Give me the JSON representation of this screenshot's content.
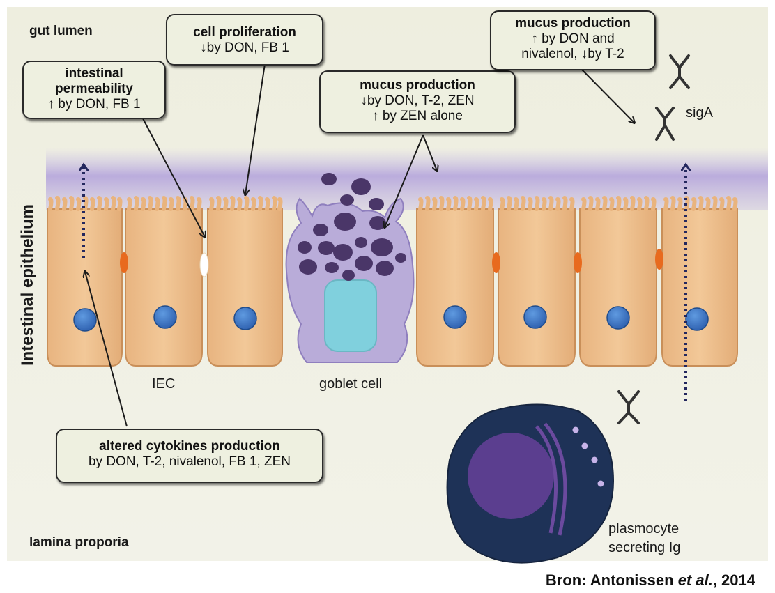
{
  "labels": {
    "gut_lumen": "gut lumen",
    "lamina_propria": "lamina proporia",
    "intestinal_epithelium": "Intestinal epithelium",
    "iec": "IEC",
    "goblet_cell": "goblet cell",
    "siga": "sigA",
    "plasmocyte_line1": "plasmocyte",
    "plasmocyte_line2": "secreting Ig"
  },
  "boxes": {
    "cell_proliferation": {
      "title": "cell proliferation",
      "line1": "↓by DON, FB 1"
    },
    "intestinal_permeability": {
      "title1": "intestinal",
      "title2": "permeability",
      "line1": "↑ by DON, FB 1"
    },
    "mucus_production_center": {
      "title": "mucus production",
      "line1": "↓by DON, T-2, ZEN",
      "line2": "↑ by ZEN alone"
    },
    "mucus_production_right": {
      "title": "mucus production",
      "line1": "↑ by DON and",
      "line2": "nivalenol, ↓by T-2"
    },
    "altered_cytokines": {
      "title": "altered cytokines production",
      "line1": "by DON, T-2, nivalenol, FB 1, ZEN"
    }
  },
  "citation": {
    "prefix": "Bron: Antonissen ",
    "italic": "et al.",
    "suffix": ", 2014"
  },
  "colors": {
    "cell_fill": "#eebf8c",
    "cell_stroke": "#c98f59",
    "nucleus": "#3d78c9",
    "junction": "#e86a1e",
    "goblet_fill": "#b6a8d8",
    "mucus_granule": "#4a3668",
    "plasmocyte_body": "#1e3257",
    "plasmocyte_nucleus": "#5b3e8f",
    "mucus_layer": "#b7a8dc",
    "arrow": "#1a1a1a"
  }
}
